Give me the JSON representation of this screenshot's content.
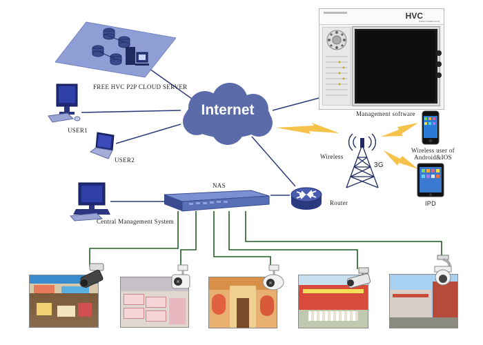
{
  "labels": {
    "cloud_server": "FREE HVC P2P CLOUD SERVER",
    "internet": "Internet",
    "user1": "USER1",
    "user2": "USER2",
    "management_software": "Management software",
    "wireless": "Wireless",
    "three_g": "3G",
    "wireless_user_line1": "Wireless user of",
    "wireless_user_line2": "Android&IOS",
    "ipd": "IPD",
    "nas": "NAS",
    "router": "Router",
    "central_management": "Central Management System"
  },
  "software_window": {
    "brand": "HVC",
    "brand_sub": "www.hvcam.com"
  },
  "colors": {
    "internet_cloud": "#5b6aa8",
    "link_line": "#2a3a7a",
    "camera_line": "#1f5c1f",
    "wireless_bolt": "#f5c24a",
    "nas_body": "#5870b8"
  },
  "icons": {
    "server": "database-server-icon",
    "desktop": "desktop-computer-icon",
    "laptop": "laptop-icon",
    "router": "router-icon",
    "tower": "radio-tower-icon",
    "phone": "smartphone-icon",
    "tablet": "tablet-icon",
    "camera": "ip-camera-icon"
  }
}
